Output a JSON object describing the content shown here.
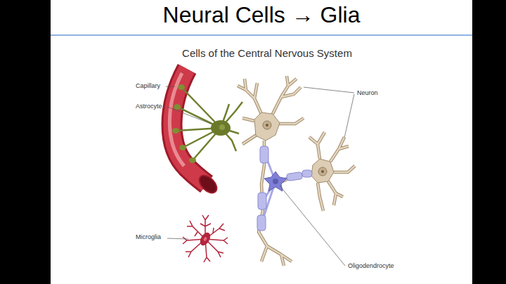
{
  "diagram": {
    "title": "Neural Cells → Glia",
    "labels": [
      "Cells of the Central Nervous System",
      "Capillary",
      "Astrocyte",
      "Neuron",
      "Microglia",
      "Oligodendrocyte"
    ]
  }
}
